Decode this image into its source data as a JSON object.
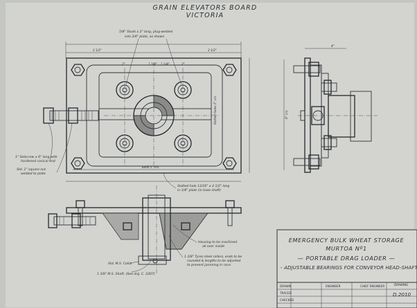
{
  "header": {
    "board": "GRAIN ELEVATORS BOARD",
    "state": "VICTORIA"
  },
  "notes": {
    "studs": "5/8\" Studs x 2\" long, plug-welded",
    "studs2": "into 3/4\" plate, as shown",
    "setscrew": "1\" Setscrew x 6\" long with",
    "setscrew2": "hardened conical end",
    "square_nut": "Std. 1\" square nut",
    "square_nut2": "welded to plate",
    "slotted": "Slotted hole 13/16\" x 2 1/2\" long",
    "slotted2": "in 3/4\" plate (in base shaft)",
    "housing": "Housing to be machined",
    "housing2": "all over inside",
    "roller": "1 3/8\" Tyres steel rollers, ends to be",
    "roller2": "rounded & lengths to be adjusted",
    "roller3": "to prevent jamming in race.",
    "collar": "Std. M.S. Collar",
    "shaft": "1 3/8\" M.S. Shaft. (See drg. C. 2207)"
  },
  "dims": {
    "a": "2 1/2\"",
    "b": "2\"",
    "c": "1 1/4\"",
    "d": "1 1/4\"",
    "e": "2\"",
    "f": "2 1/2\"",
    "holes": "Bolts 5\" crs.",
    "slot_h": "Slotted holes 2\" crs.",
    "side_w": "4\"",
    "side_h": "6\" crs."
  },
  "title_block": {
    "line1": "EMERGENCY BULK WHEAT STORAGE",
    "line2": "MURTOA Nº1",
    "line3": "— PORTABLE DRAG LOADER —",
    "line4": "- ADJUSTABLE BEARINGS FOR CONVEYOR HEAD-SHAFT -",
    "drawn": "DRAWN",
    "traced": "TRACED",
    "checked": "CHECKED",
    "engineer": "ENGINEER",
    "chief_engineer": "CHIEF ENGINEER",
    "drawing_no_label": "DRAWING",
    "drawing_no": "D.2010"
  }
}
